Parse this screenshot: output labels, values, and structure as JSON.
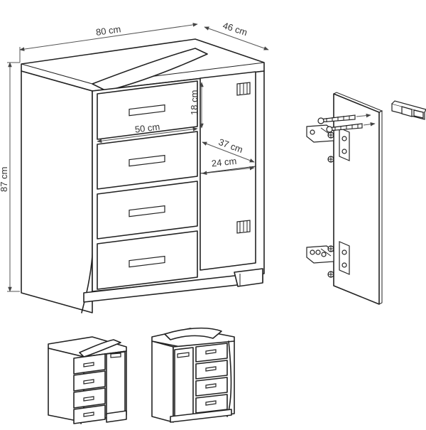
{
  "dimensions": {
    "width": "80 cm",
    "depth": "46 cm",
    "height": "87 cm",
    "drawer_height": "18 cm",
    "drawer_width": "50 cm",
    "shelf_depth": "37 cm",
    "shelf_inner": "24 cm"
  },
  "colors": {
    "line": "#222222",
    "dimension_line": "#555555",
    "text": "#333333",
    "background": "#ffffff"
  }
}
